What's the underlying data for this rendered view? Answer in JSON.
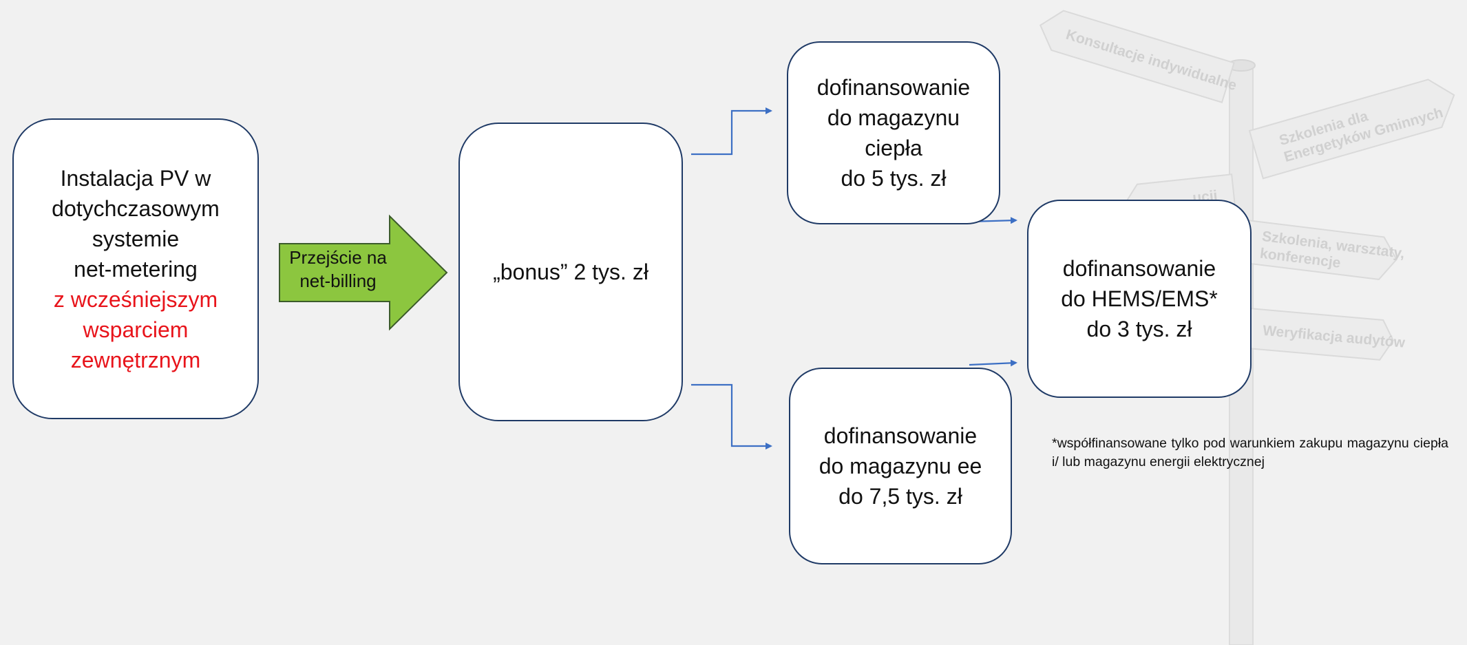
{
  "colors": {
    "box_border": "#1f3a66",
    "connector": "#3c6fc4",
    "arrow_fill": "#8cc63f",
    "arrow_stroke": "#3b5b2a",
    "highlight_text": "#e8141b"
  },
  "box_pv": {
    "lines": [
      "Instalacja PV w",
      "dotychczasowym",
      "systemie",
      "net-metering"
    ],
    "highlight_lines": [
      "z wcześniejszym",
      "wsparciem",
      "zewnętrznym"
    ]
  },
  "transition_arrow": {
    "lines": [
      "Przejście na",
      "net-billing"
    ]
  },
  "box_bonus": {
    "text": "„bonus” 2 tys. zł"
  },
  "box_heat": {
    "lines": [
      "dofinansowanie",
      "do magazynu",
      "ciepła",
      "do 5 tys. zł"
    ]
  },
  "box_ee": {
    "lines": [
      "dofinansowanie",
      "do magazynu ee",
      "do 7,5 tys. zł"
    ]
  },
  "box_hems": {
    "lines": [
      "dofinansowanie",
      "do HEMS/EMS*",
      "do 3 tys. zł"
    ]
  },
  "footnote": {
    "text": "*współfinansowane tylko pod warunkiem zakupu magazynu ciepła i/ lub magazynu energii elektrycznej"
  },
  "signpost": {
    "icon": "signpost-watermark",
    "signs": [
      "Konsultacje indywidualne",
      "Szkolenia dla",
      "Energetyków Gminnych",
      "Szkolenia, warsztaty,",
      "konferencje",
      "Weryfikacja audytów",
      "ucji"
    ]
  }
}
